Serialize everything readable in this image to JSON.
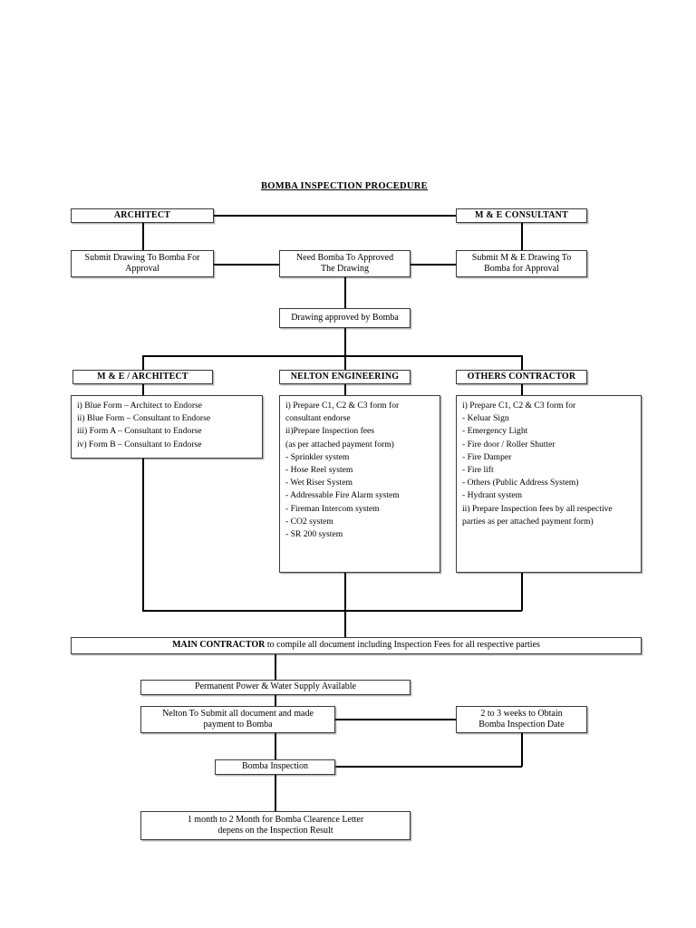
{
  "document": {
    "title": "BOMBA INSPECTION PROCEDURE"
  },
  "nodes": {
    "architect": "ARCHITECT",
    "me_consultant": "M & E CONSULTANT",
    "submit_drawing": "Submit Drawing To Bomba For Approval",
    "submit_drawing_l1": "Submit Drawing To Bomba For",
    "submit_drawing_l2": "Approval",
    "need_bomba": "Need Bomba To Approved The Drawing",
    "need_bomba_l1": "Need Bomba To Approved",
    "need_bomba_l2": "The Drawing",
    "submit_me_drawing": "Submit M & E Drawing To Bomba for Approval",
    "submit_me_drawing_l1": "Submit M & E Drawing To",
    "submit_me_drawing_l2": "Bomba for Approval",
    "drawing_approved": "Drawing approved by Bomba",
    "me_architect_header": "M & E / ARCHITECT",
    "nelton_header": "NELTON ENGINEERING",
    "others_header": "OTHERS CONTRACTOR",
    "main_contractor_strong": "MAIN CONTRACTOR",
    "main_contractor_rest": " to compile all document including Inspection Fees for all respective parties",
    "permanent_power": "Permanent Power & Water Supply Available",
    "nelton_submit_l1": "Nelton To Submit all document and made",
    "nelton_submit_l2": "payment to Bomba",
    "weeks_obtain_l1": "2 to 3 weeks to Obtain",
    "weeks_obtain_l2": "Bomba Inspection Date",
    "bomba_inspection": "Bomba Inspection",
    "clearance_l1": "1 month to 2 Month for Bomba Clearence Letter",
    "clearance_l2": "depens on the Inspection Result"
  },
  "lists": {
    "me_architect_items": [
      "i) Blue Form – Architect to Endorse",
      "ii) Blue Form – Consultant to Endorse",
      "iii) Form A – Consultant to Endorse",
      "iv) Form B – Consultant to Endorse"
    ],
    "nelton_items": [
      "i) Prepare C1, C2 & C3 form for",
      "consultant endorse",
      "ii)Prepare Inspection fees",
      "(as per attached payment form)",
      "- Sprinkler system",
      "- Hose Reel system",
      "- Wet Riser System",
      "- Addressable Fire Alarm system",
      "- Fireman Intercom system",
      "- CO2 system",
      "- SR 200 system"
    ],
    "others_items": [
      "i) Prepare C1, C2 & C3 form for",
      "- Keluar Sign",
      "- Emergency Light",
      "- Fire door / Roller Shutter",
      "- Fire Damper",
      "- Fire lift",
      "- Others (Public Address System)",
      "- Hydrant system",
      "ii) Prepare Inspection fees by all respective",
      "parties as per attached payment form)"
    ]
  },
  "colors": {
    "line": "#000000",
    "border": "#3a3a3a",
    "background": "#ffffff"
  }
}
